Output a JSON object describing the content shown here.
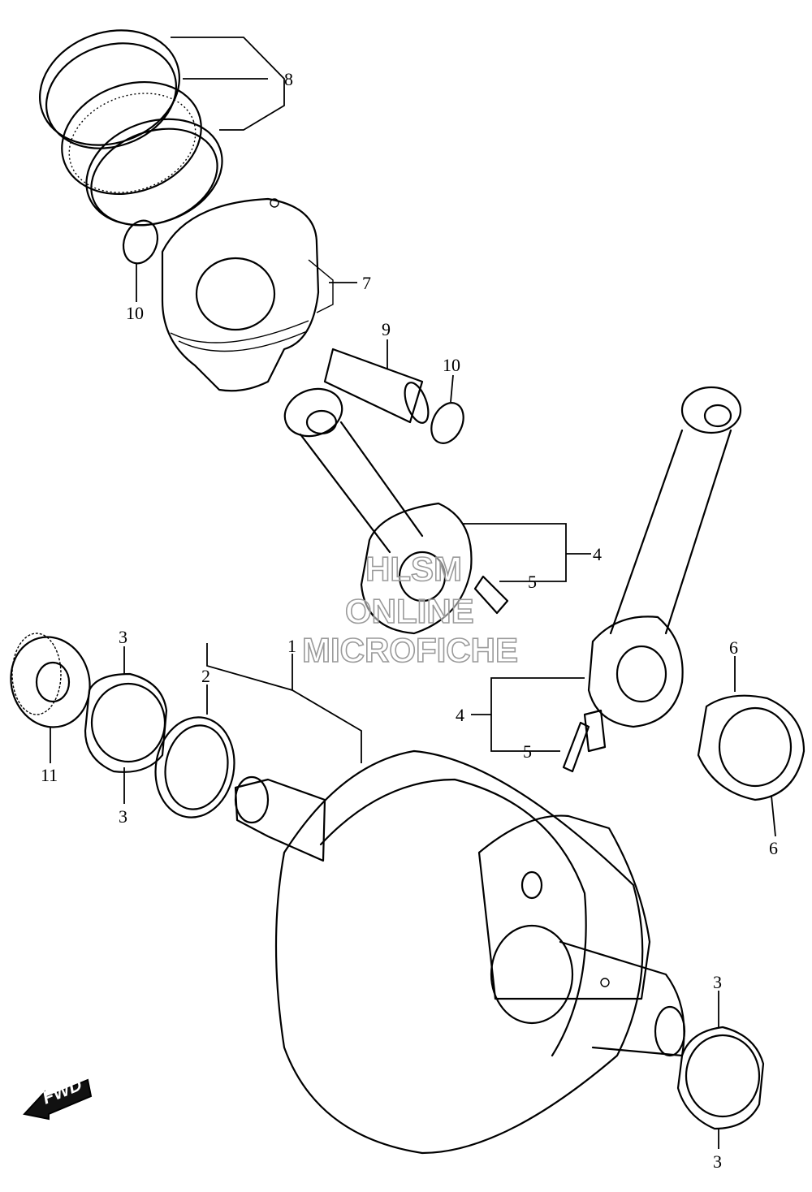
{
  "callouts": [
    {
      "id": "c8",
      "label": "8"
    },
    {
      "id": "c7",
      "label": "7"
    },
    {
      "id": "c10a",
      "label": "10"
    },
    {
      "id": "c9",
      "label": "9"
    },
    {
      "id": "c10b",
      "label": "10"
    },
    {
      "id": "c4a",
      "label": "4"
    },
    {
      "id": "c5a",
      "label": "5"
    },
    {
      "id": "c1",
      "label": "1"
    },
    {
      "id": "c2",
      "label": "2"
    },
    {
      "id": "c3a",
      "label": "3"
    },
    {
      "id": "c3b",
      "label": "3"
    },
    {
      "id": "c11",
      "label": "11"
    },
    {
      "id": "c6a",
      "label": "6"
    },
    {
      "id": "c6b",
      "label": "6"
    },
    {
      "id": "c4b",
      "label": "4"
    },
    {
      "id": "c5b",
      "label": "5"
    },
    {
      "id": "c3c",
      "label": "3"
    },
    {
      "id": "c3d",
      "label": "3"
    }
  ],
  "watermark": {
    "line1": "HLSM",
    "line2": "ONLINE",
    "line3": "MICROFICHE"
  },
  "fwd_badge": "FWD"
}
